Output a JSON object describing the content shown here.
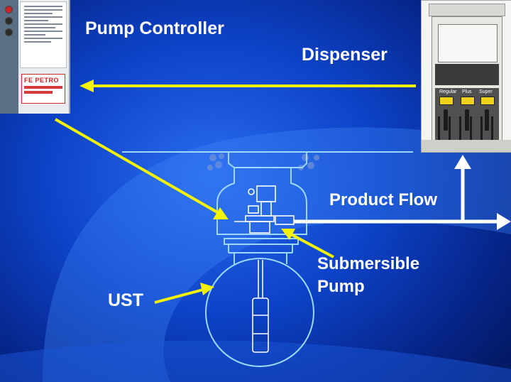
{
  "labels": {
    "pump_controller": "Pump Controller",
    "dispenser": "Dispenser",
    "product_flow": "Product Flow",
    "submersible_line1": "Submersible",
    "submersible_line2": "Pump",
    "ust": "UST"
  },
  "controller_panel": {
    "brand": "FE PETRO"
  },
  "dispenser_grades": [
    "Regular",
    "Plus",
    "Super"
  ],
  "colors": {
    "arrow_yellow": "#f4f400",
    "line_white": "#ffffff",
    "background_blue": "#0d43c8",
    "outline_cyan": "#9fd8ff"
  }
}
